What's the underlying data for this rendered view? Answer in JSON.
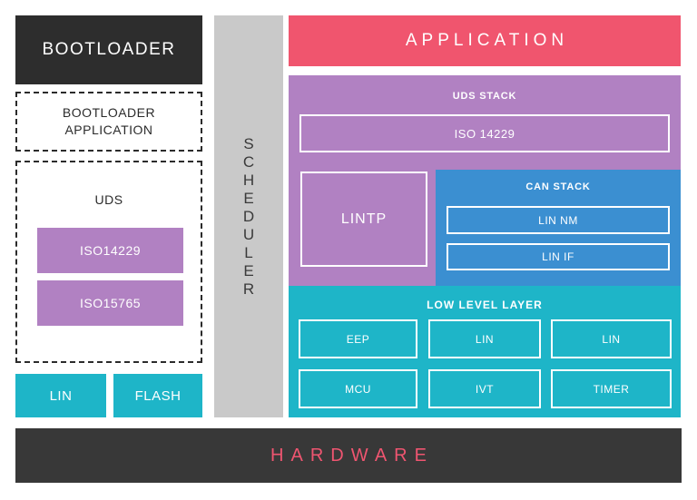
{
  "colors": {
    "dark_block": "#2D2D2D",
    "hardware_bg": "#383838",
    "red_accent": "#F0556E",
    "purple": "#B181C2",
    "blue": "#3B8FD1",
    "cyan": "#1EB5C8",
    "scheduler_gray": "#C9C9C9",
    "dark_text": "#2B2B2B",
    "white": "#FFFFFF"
  },
  "left": {
    "bootloader_label": "BOOTLOADER",
    "bootloader_app": {
      "lines": [
        "BOOTLOADER",
        "APPLICATION"
      ]
    },
    "uds": {
      "label": "UDS",
      "items": [
        "ISO14229",
        "ISO15765"
      ]
    },
    "bottom_items": [
      "LIN",
      "FLASH"
    ]
  },
  "scheduler": {
    "label": "SCHEDULER",
    "letters": [
      "S",
      "C",
      "H",
      "E",
      "D",
      "U",
      "L",
      "E",
      "R"
    ]
  },
  "right": {
    "application_label": "APPLICATION",
    "uds_stack": {
      "title": "UDS STACK",
      "iso_label": "ISO 14229",
      "lintp_label": "LINTP"
    },
    "can_stack": {
      "title": "CAN STACK",
      "items": [
        "LIN NM",
        "LIN IF"
      ]
    },
    "low_level": {
      "title": "LOW LEVEL LAYER",
      "rows": [
        [
          "EEP",
          "LIN",
          "LIN"
        ],
        [
          "MCU",
          "IVT",
          "TIMER"
        ]
      ]
    }
  },
  "hardware_label": "HARDWARE"
}
